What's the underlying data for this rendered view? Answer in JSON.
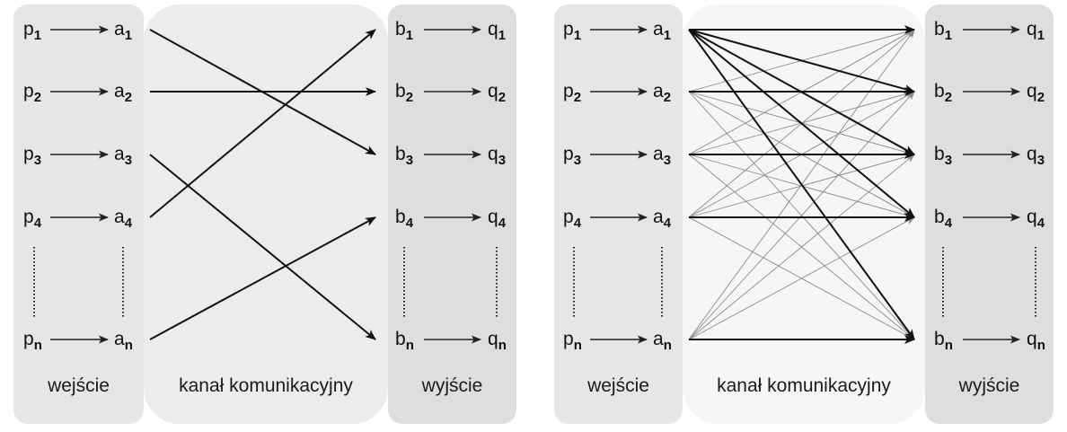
{
  "colors": {
    "panel_input": "#e6e6e6",
    "panel_channel_left": "#ececec",
    "panel_channel_right": "#f6f6f6",
    "panel_output": "#dedede",
    "arrow_strong": "#111111",
    "arrow_weak": "#8a8a8a"
  },
  "diagrams": [
    {
      "panels": {
        "input": "wejście",
        "channel": "kanał komunikacyjny",
        "output": "wyjście"
      },
      "inputs": [
        {
          "p": "p",
          "p_sub": "1",
          "a": "a",
          "a_sub": "1"
        },
        {
          "p": "p",
          "p_sub": "2",
          "a": "a",
          "a_sub": "2"
        },
        {
          "p": "p",
          "p_sub": "3",
          "a": "a",
          "a_sub": "3"
        },
        {
          "p": "p",
          "p_sub": "4",
          "a": "a",
          "a_sub": "4"
        },
        {
          "p": "p",
          "p_sub": "n",
          "a": "a",
          "a_sub": "n"
        }
      ],
      "outputs": [
        {
          "b": "b",
          "b_sub": "1",
          "q": "q",
          "q_sub": "1"
        },
        {
          "b": "b",
          "b_sub": "2",
          "q": "q",
          "q_sub": "2"
        },
        {
          "b": "b",
          "b_sub": "3",
          "q": "q",
          "q_sub": "3"
        },
        {
          "b": "b",
          "b_sub": "4",
          "q": "q",
          "q_sub": "4"
        },
        {
          "b": "b",
          "b_sub": "n",
          "q": "q",
          "q_sub": "n"
        }
      ],
      "edges": [
        {
          "from": 0,
          "to": 2,
          "weight": "strong"
        },
        {
          "from": 1,
          "to": 1,
          "weight": "strong"
        },
        {
          "from": 2,
          "to": 4,
          "weight": "strong"
        },
        {
          "from": 3,
          "to": 0,
          "weight": "strong"
        },
        {
          "from": 4,
          "to": 3,
          "weight": "strong"
        }
      ]
    },
    {
      "panels": {
        "input": "wejście",
        "channel": "kanał komunikacyjny",
        "output": "wyjście"
      },
      "inputs": [
        {
          "p": "p",
          "p_sub": "1",
          "a": "a",
          "a_sub": "1"
        },
        {
          "p": "p",
          "p_sub": "2",
          "a": "a",
          "a_sub": "2"
        },
        {
          "p": "p",
          "p_sub": "3",
          "a": "a",
          "a_sub": "3"
        },
        {
          "p": "p",
          "p_sub": "4",
          "a": "a",
          "a_sub": "4"
        },
        {
          "p": "p",
          "p_sub": "n",
          "a": "a",
          "a_sub": "n"
        }
      ],
      "outputs": [
        {
          "b": "b",
          "b_sub": "1",
          "q": "q",
          "q_sub": "1"
        },
        {
          "b": "b",
          "b_sub": "2",
          "q": "q",
          "q_sub": "2"
        },
        {
          "b": "b",
          "b_sub": "3",
          "q": "q",
          "q_sub": "3"
        },
        {
          "b": "b",
          "b_sub": "4",
          "q": "q",
          "q_sub": "4"
        },
        {
          "b": "b",
          "b_sub": "n",
          "q": "q",
          "q_sub": "n"
        }
      ],
      "edges": [
        {
          "from": 0,
          "to": 0,
          "weight": "strong"
        },
        {
          "from": 0,
          "to": 1,
          "weight": "strong"
        },
        {
          "from": 0,
          "to": 2,
          "weight": "strong"
        },
        {
          "from": 0,
          "to": 3,
          "weight": "strong"
        },
        {
          "from": 0,
          "to": 4,
          "weight": "strong"
        },
        {
          "from": 1,
          "to": 1,
          "weight": "strong"
        },
        {
          "from": 2,
          "to": 2,
          "weight": "strong"
        },
        {
          "from": 3,
          "to": 3,
          "weight": "strong"
        },
        {
          "from": 4,
          "to": 4,
          "weight": "strong"
        },
        {
          "from": 1,
          "to": 0,
          "weight": "weak"
        },
        {
          "from": 1,
          "to": 2,
          "weight": "weak"
        },
        {
          "from": 1,
          "to": 3,
          "weight": "weak"
        },
        {
          "from": 1,
          "to": 4,
          "weight": "weak"
        },
        {
          "from": 2,
          "to": 0,
          "weight": "weak"
        },
        {
          "from": 2,
          "to": 1,
          "weight": "weak"
        },
        {
          "from": 2,
          "to": 3,
          "weight": "weak"
        },
        {
          "from": 2,
          "to": 4,
          "weight": "weak"
        },
        {
          "from": 3,
          "to": 0,
          "weight": "weak"
        },
        {
          "from": 3,
          "to": 1,
          "weight": "weak"
        },
        {
          "from": 3,
          "to": 2,
          "weight": "weak"
        },
        {
          "from": 3,
          "to": 4,
          "weight": "weak"
        },
        {
          "from": 4,
          "to": 0,
          "weight": "weak"
        },
        {
          "from": 4,
          "to": 1,
          "weight": "weak"
        },
        {
          "from": 4,
          "to": 2,
          "weight": "weak"
        },
        {
          "from": 4,
          "to": 3,
          "weight": "weak"
        }
      ]
    }
  ]
}
